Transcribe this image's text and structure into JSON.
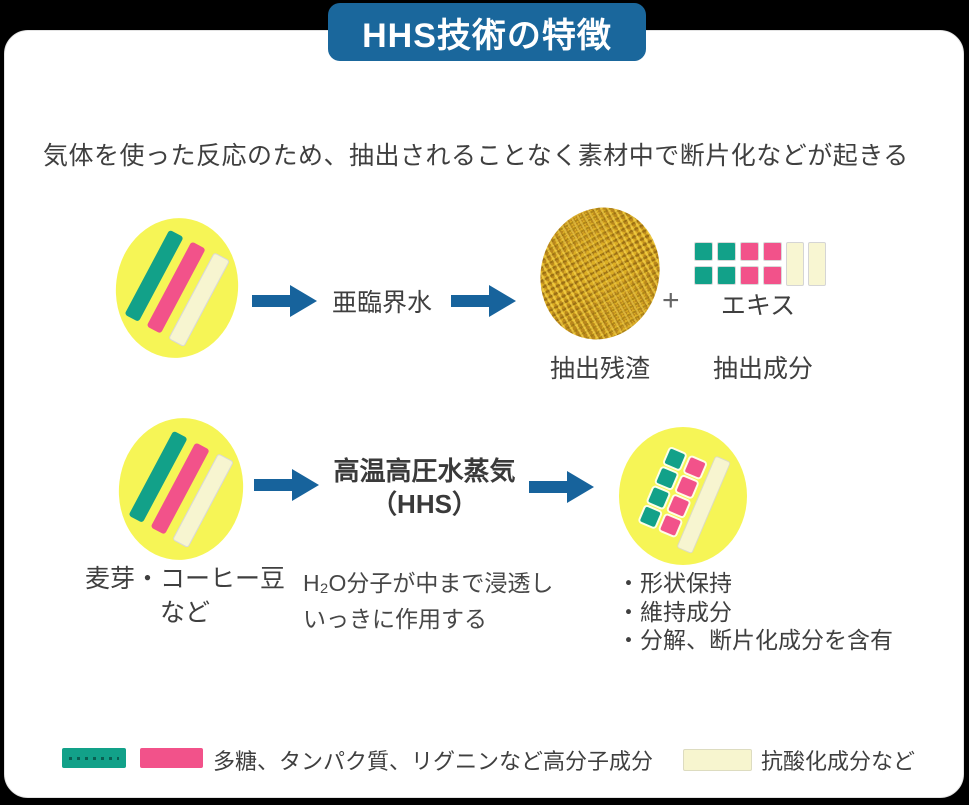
{
  "banner": {
    "title": "HHS技術の特徴"
  },
  "heading": "気体を使った反応のため、抽出されることなく素材中で断片化などが起きる",
  "top_flow": {
    "process_label": "亜臨界水",
    "residue_label": "抽出残渣",
    "plus_sign": "+",
    "extract_label": "エキス",
    "extract_components_label": "抽出成分"
  },
  "bottom_flow": {
    "source_label_line1": "麦芽・コーヒー豆",
    "source_label_line2": "など",
    "process_label_line1": "高温高圧水蒸気",
    "process_label_line2": "（HHS）",
    "note_line1": "H₂O分子が中まで浸透し",
    "note_line2": "いっきに作用する",
    "results": [
      "・形状保持",
      "・維持成分",
      "・分解、断片化成分を含有"
    ]
  },
  "legend": {
    "polymer_label": "多糖、タンパク質、リグニンなど高分子成分",
    "antioxidant_label": "抗酸化成分など"
  },
  "colors": {
    "banner_blue": "#1a679c",
    "arrow_blue": "#17639c",
    "teal": "#12a189",
    "pink": "#f2528a",
    "cream": "#f7f5d0",
    "yellow": "#f6f556",
    "gold_residue": "#c9981e",
    "text_gray": "#3f3f3f"
  }
}
